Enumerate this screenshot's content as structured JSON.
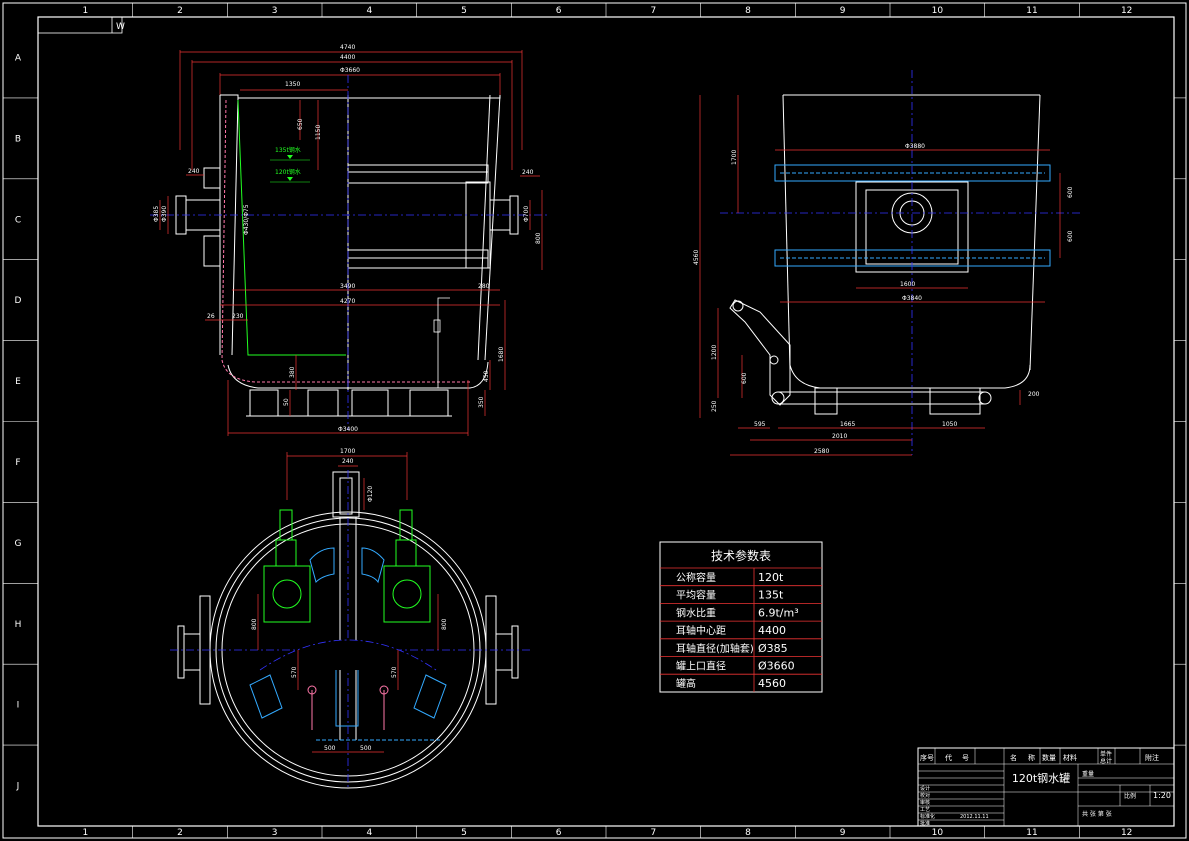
{
  "sheet": {
    "columns": [
      "1",
      "2",
      "3",
      "4",
      "5",
      "6",
      "7",
      "8",
      "9",
      "10",
      "11",
      "12"
    ],
    "rows": [
      "A",
      "B",
      "C",
      "D",
      "E",
      "F",
      "G",
      "H",
      "I",
      "J"
    ],
    "corner_mark": "W"
  },
  "front_view": {
    "dims": {
      "outer_width": "4740",
      "trunnion_center": "4400",
      "top_diameter": "Φ3660",
      "offset_top": "1350",
      "depth1": "650",
      "depth2": "1150",
      "level1": "135t钢水",
      "level2": "120t钢水",
      "flange_w": "240",
      "flange_d1": "Φ385",
      "flange_d2": "Φ390",
      "bore": "Φ430/Φ75",
      "right_flange": "240",
      "right_dia": "Φ700",
      "right_h": "800",
      "inner_w": "3490",
      "mid_w": "4270",
      "mid_r": "280",
      "left_small": "26",
      "left_small2": "230",
      "bottom_h": "1680",
      "bottom_h2": "450",
      "bottom_h3": "350",
      "bottom_h4": "380",
      "foot": "50",
      "base_dia": "Φ3400"
    }
  },
  "side_view": {
    "dims": {
      "top_w": "Φ3880",
      "h1700": "1700",
      "h4560": "4560",
      "h1200": "1200",
      "h600": "600",
      "h250": "250",
      "r600a": "600",
      "r600b": "600",
      "w1600": "1600",
      "base_w": "Φ3840",
      "w200": "200",
      "w595": "595",
      "w1665": "1665",
      "w1050": "1050",
      "w2010": "2010",
      "w2580": "2580"
    }
  },
  "plan_view": {
    "dims": {
      "w1700": "1700",
      "w240": "240",
      "d120": "Φ120",
      "h800l": "800",
      "h800r": "800",
      "h570l": "570",
      "h570r": "570",
      "w500l": "500",
      "w500r": "500"
    }
  },
  "tech_table": {
    "title": "技术参数表",
    "rows": [
      {
        "label": "公称容量",
        "value": "120t"
      },
      {
        "label": "平均容量",
        "value": "135t"
      },
      {
        "label": "钢水比重",
        "value": "6.9t/m³"
      },
      {
        "label": "耳轴中心距",
        "value": "4400"
      },
      {
        "label": "耳轴直径(加轴套)",
        "value": "Ø385"
      },
      {
        "label": "罐上口直径",
        "value": "Ø3660"
      },
      {
        "label": "罐高",
        "value": "4560"
      }
    ]
  },
  "title_block": {
    "headers": [
      "序号",
      "代",
      "号",
      "名",
      "称",
      "数量",
      "材料",
      "单件",
      "总计",
      "附注"
    ],
    "drawing_name": "120t钢水罐",
    "scale": "1:20",
    "scale_label": "比例",
    "weight_label": "重量",
    "sheet_label": "共 张 第 张",
    "date": "2012.11.11",
    "roles": [
      "设计",
      "校对",
      "审核",
      "工艺",
      "标准化",
      "批准"
    ]
  }
}
